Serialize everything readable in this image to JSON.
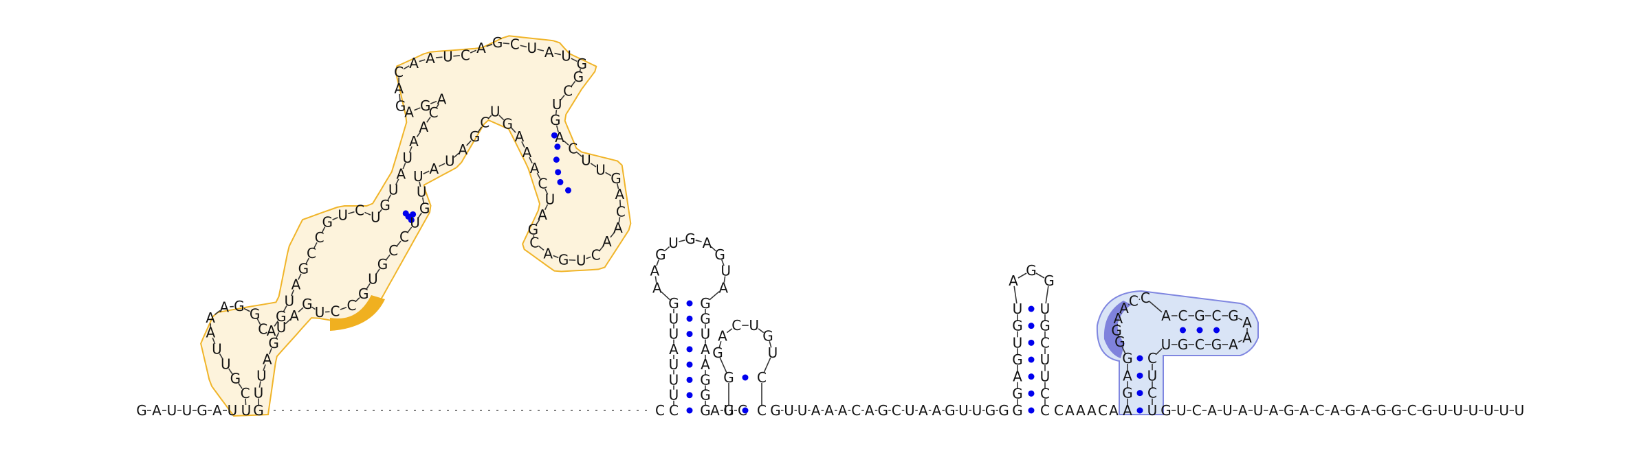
{
  "colors": {
    "background": "#ffffff",
    "text": "#111111",
    "pair_dot": "#0000ee",
    "domain1_outline": "#f0b428",
    "domain1_fill": "#fdf3dc",
    "domain1_highlight": "#f0b020",
    "domain2_outline": "#7f86e0",
    "domain2_fill": "#d9e4f6",
    "domain2_highlight": "#7f82dc"
  },
  "sequences": {
    "backbone_5prime": "GAUUGAU",
    "backbone_linker_a": "C",
    "backbone_linker_b": "AGC",
    "backbone_linker_c": "GUUAAACAGCUAAGUUGG",
    "backbone_linker_d": "CAAACA",
    "backbone_3prime": "GUCAUAUAGACAGAGGCGUUUUUU",
    "domain1_path": "UCGUUAAAGGCAGUAGCCGUCUGUAUAACAGAGACAAUCAGCUAUGGCUGACUUGACAACUGACGAUCAAAGUCGAUAUUGUCCGUGCCUGAUGAUUG",
    "hairpin1_stem_5": "CUUUAUUG",
    "hairpin1_loop": "AAGUGAGUA",
    "hairpin1_stem_3": "GGUAAGGG",
    "hairpin2_stem_5": "UG",
    "hairpin2_loop": "GACUGU",
    "hairpin2_stem_3": "CC",
    "hairpin3_stem_5": "GGAGUGU",
    "hairpin3_loop": "AGG",
    "hairpin3_stem_3": "UGCUUCC",
    "domain2_stem_5": "AGAG",
    "domain2_loop_5": "GGAACC",
    "domain2_arm_5": "ACGCG",
    "domain2_arm_loop": "AA",
    "domain2_arm_3": "AGCGU",
    "domain2_stem_3": "CUCU"
  }
}
